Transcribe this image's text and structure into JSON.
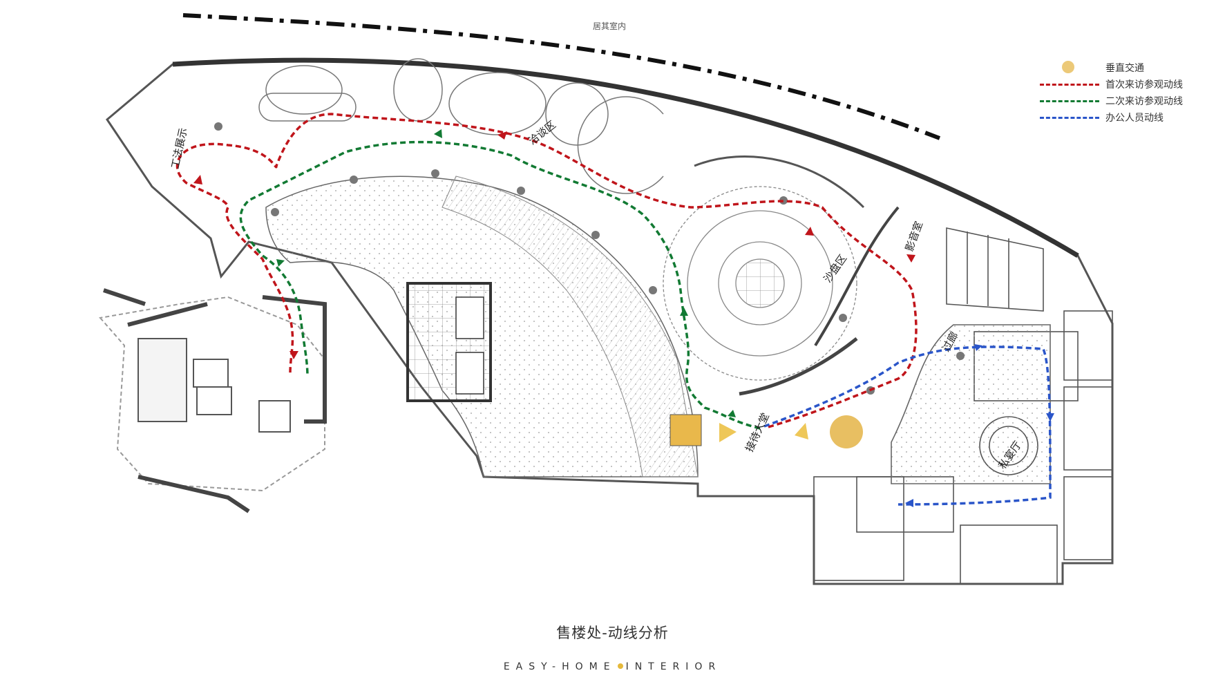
{
  "top_label": "居其室内",
  "legend": [
    {
      "label": "垂直交通",
      "type": "dot",
      "color": "#ecc978"
    },
    {
      "label": "首次来访参观动线",
      "type": "line",
      "color": "#c0151b"
    },
    {
      "label": "二次来访参观动线",
      "type": "line",
      "color": "#127a33"
    },
    {
      "label": "办公人员动线",
      "type": "line",
      "color": "#2a55c9"
    }
  ],
  "zones": {
    "zone_1": "工法展示",
    "zone_2": "洽谈区",
    "zone_3": "沙盘区",
    "zone_4": "影音室",
    "zone_5": "过廊",
    "zone_6": "接待大堂",
    "zone_7": "私宴厅"
  },
  "caption": "售楼处-动线分析",
  "brand": "EASY-HOME",
  "brand_right": "INTERIOR"
}
